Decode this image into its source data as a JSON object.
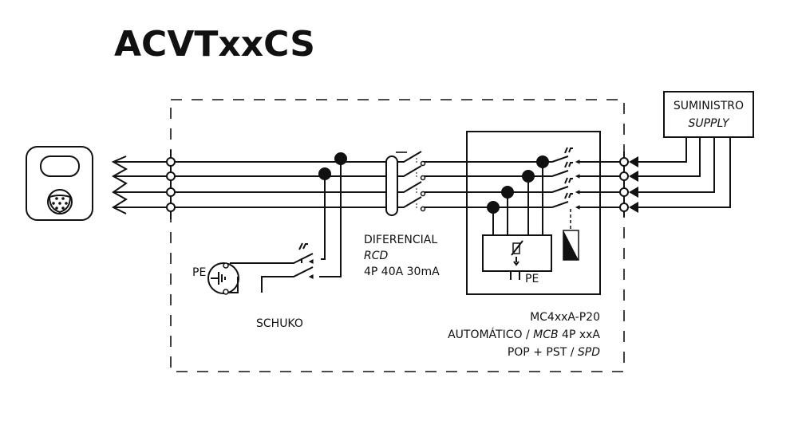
{
  "title": "ACVTxxCS",
  "labels": {
    "schuko": "SCHUKO",
    "pe_schuko": "PE",
    "rcd_line1": "DIFERENCIAL",
    "rcd_line2": "RCD",
    "rcd_line3": "4P 40A 30mA",
    "spd_pe": "PE",
    "mcb_line1": "MC4xxA-P20",
    "mcb_line2_a": "AUTOMÁTICO / ",
    "mcb_line2_b": "MCB",
    "mcb_line2_c": " 4P xxA",
    "mcb_line3_a": "POP + PST / ",
    "mcb_line3_b": "SPD",
    "supply_line1": "SUMINISTRO",
    "supply_line2": "SUPPLY"
  },
  "icons": {
    "connector": "ev-charging-socket-icon",
    "ground": "earth-ground-icon",
    "varistor": "varistor-icon",
    "coil": "trip-coil-icon"
  }
}
